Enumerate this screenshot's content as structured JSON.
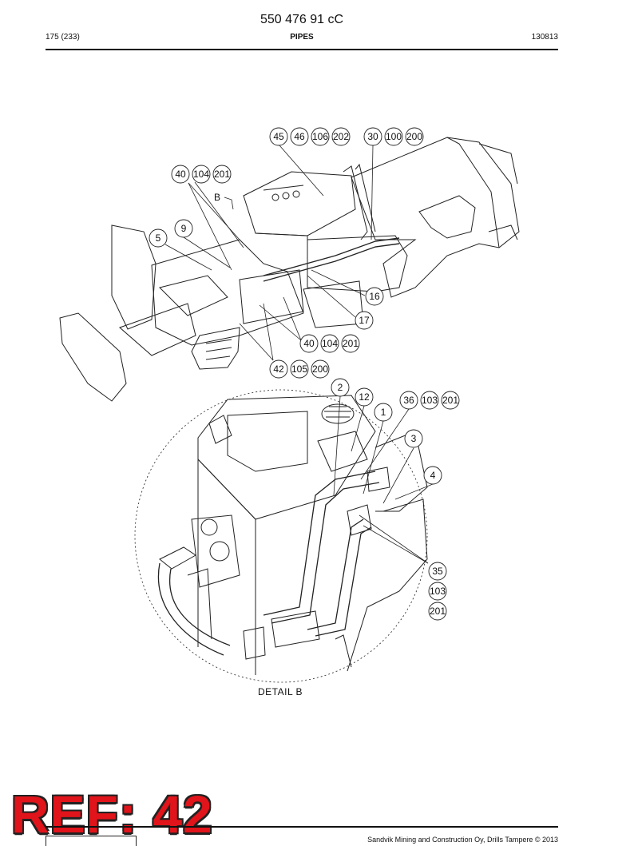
{
  "header": {
    "doc_number": "550 476 91 cC",
    "page_ref": "175 (233)",
    "section_title": "PIPES",
    "revision": "130813"
  },
  "drawing": {
    "callouts_overview": [
      "45",
      "46",
      "106",
      "202",
      "30",
      "100",
      "200",
      "40",
      "104",
      "201",
      "9",
      "5",
      "16",
      "17",
      "40",
      "104",
      "201",
      "42",
      "105",
      "200"
    ],
    "detail_marker": "B",
    "callouts_detail": [
      "2",
      "12",
      "36",
      "103",
      "201",
      "1",
      "3",
      "4",
      "35",
      "103",
      "201"
    ],
    "detail_caption": "DETAIL  B"
  },
  "stamp": {
    "text": "REF: 42",
    "color": "#e0141a"
  },
  "footer": {
    "copyright": "Sandvik Mining and Construction Oy, Drills Tampere © 2013"
  }
}
